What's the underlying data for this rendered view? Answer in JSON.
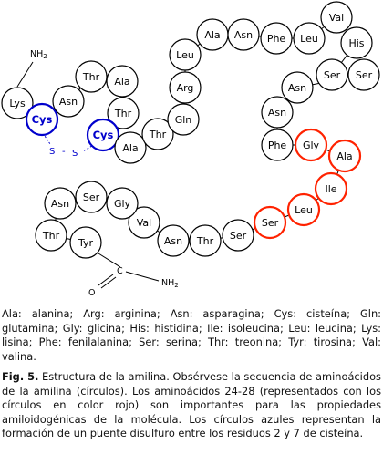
{
  "diagram": {
    "n_terminal": "NH",
    "n_terminal_sub": "2",
    "c_terminal_o": "O",
    "c_terminal_c": "C",
    "c_terminal_nh": "NH",
    "c_terminal_sub": "2",
    "disulfide": [
      "S",
      "-",
      "S"
    ],
    "colors": {
      "normal": "#000000",
      "cysteine": "#0000cc",
      "amyloidogenic": "#ff2200",
      "disulfide": "#0000cc"
    },
    "residues": [
      {
        "label": "Lys",
        "type": "normal"
      },
      {
        "label": "Cys",
        "type": "cysteine"
      },
      {
        "label": "Asn",
        "type": "normal"
      },
      {
        "label": "Thr",
        "type": "normal"
      },
      {
        "label": "Ala",
        "type": "normal"
      },
      {
        "label": "Thr",
        "type": "normal"
      },
      {
        "label": "Cys",
        "type": "cysteine"
      },
      {
        "label": "Ala",
        "type": "normal"
      },
      {
        "label": "Thr",
        "type": "normal"
      },
      {
        "label": "Gln",
        "type": "normal"
      },
      {
        "label": "Arg",
        "type": "normal"
      },
      {
        "label": "Leu",
        "type": "normal"
      },
      {
        "label": "Ala",
        "type": "normal"
      },
      {
        "label": "Asn",
        "type": "normal"
      },
      {
        "label": "Phe",
        "type": "normal"
      },
      {
        "label": "Leu",
        "type": "normal"
      },
      {
        "label": "Val",
        "type": "normal"
      },
      {
        "label": "His",
        "type": "normal"
      },
      {
        "label": "Ser",
        "type": "normal"
      },
      {
        "label": "Ser",
        "type": "normal"
      },
      {
        "label": "Asn",
        "type": "normal"
      },
      {
        "label": "Asn",
        "type": "normal"
      },
      {
        "label": "Phe",
        "type": "normal"
      },
      {
        "label": "Gly",
        "type": "amyloidogenic"
      },
      {
        "label": "Ala",
        "type": "amyloidogenic"
      },
      {
        "label": "Ile",
        "type": "amyloidogenic"
      },
      {
        "label": "Leu",
        "type": "amyloidogenic"
      },
      {
        "label": "Ser",
        "type": "amyloidogenic"
      },
      {
        "label": "Ser",
        "type": "normal"
      },
      {
        "label": "Thr",
        "type": "normal"
      },
      {
        "label": "Asn",
        "type": "normal"
      },
      {
        "label": "Val",
        "type": "normal"
      },
      {
        "label": "Gly",
        "type": "normal"
      },
      {
        "label": "Ser",
        "type": "normal"
      },
      {
        "label": "Asn",
        "type": "normal"
      },
      {
        "label": "Thr",
        "type": "normal"
      },
      {
        "label": "Tyr",
        "type": "normal"
      }
    ]
  },
  "caption": {
    "abbreviations": "Ala: alanina; Arg: arginina; Asn: asparagina; Cys: cisteína; Gln: glutamina; Gly: glicina; His: histidina; Ile: isoleucina; Leu: leucina; Lys: lisina; Phe: fenilalanina; Ser: serina; Thr: treonina; Tyr: tirosina; Val: valina.",
    "figure_label": "Fig. 5.",
    "figure_text": " Estructura de la amilina. Obsérvese la secuencia de aminoácidos de la amilina (círculos). Los aminoácidos 24-28 (representados con los círculos en color rojo) son importantes para las propiedades amiloidogénicas de la molécula. Los círculos azules representan la formación de un puente disulfuro entre los residuos 2 y 7 de cisteína."
  }
}
